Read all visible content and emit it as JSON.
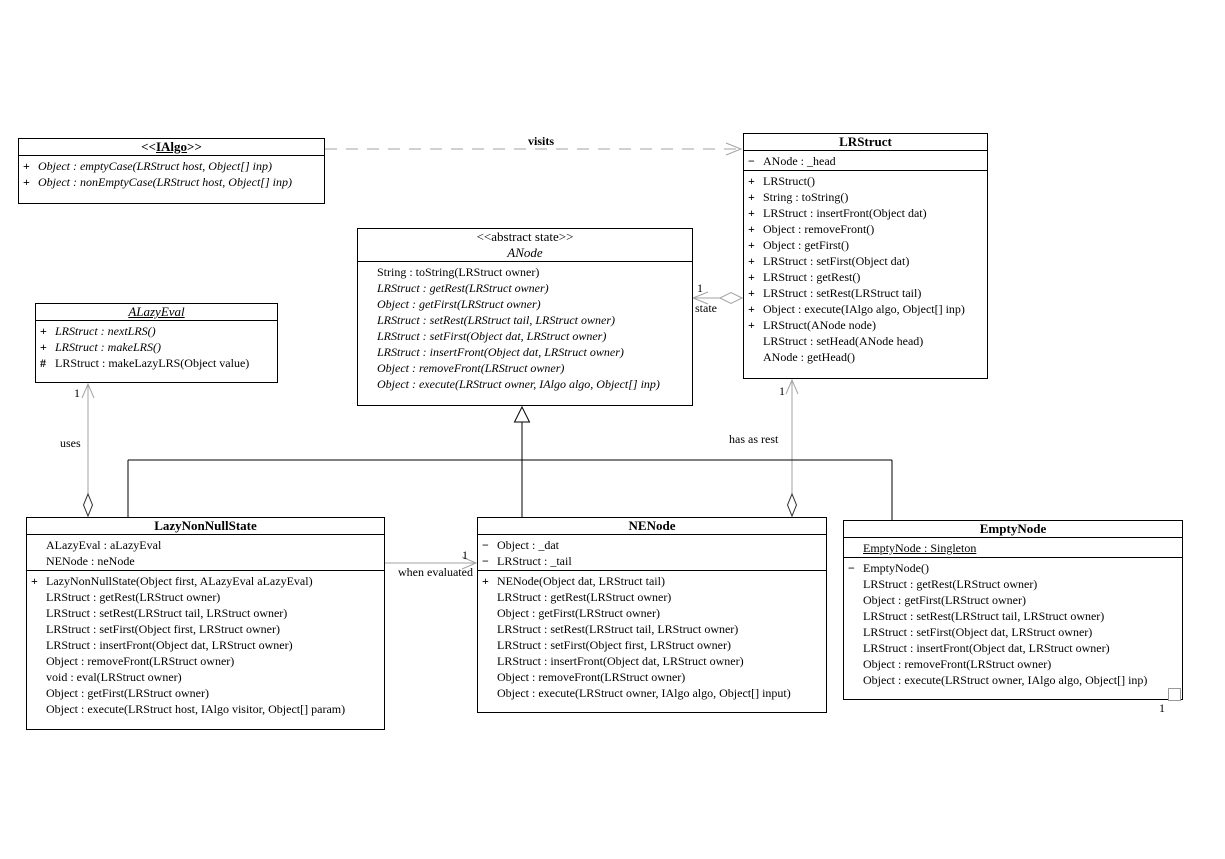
{
  "classes": {
    "ialgo": {
      "title": {
        "pre": "<<",
        "name": "IAlgo",
        "post": ">>"
      },
      "methods": [
        {
          "m": "+",
          "t": "Object : emptyCase(LRStruct host, Object[] inp)",
          "s": "i"
        },
        {
          "m": "+",
          "t": "Object : nonEmptyCase(LRStruct host, Object[] inp)",
          "s": "i"
        }
      ]
    },
    "lrstruct": {
      "title": {
        "pre": "",
        "name": "LRStruct",
        "post": ""
      },
      "attributes": [
        {
          "m": "−",
          "t": "ANode : _head",
          "s": ""
        }
      ],
      "methods": [
        {
          "m": "+",
          "t": "LRStruct()",
          "s": ""
        },
        {
          "m": "+",
          "t": "String : toString()",
          "s": ""
        },
        {
          "m": "+",
          "t": "LRStruct : insertFront(Object dat)",
          "s": ""
        },
        {
          "m": "+",
          "t": "Object : removeFront()",
          "s": ""
        },
        {
          "m": "+",
          "t": "Object : getFirst()",
          "s": ""
        },
        {
          "m": "+",
          "t": "LRStruct : setFirst(Object dat)",
          "s": ""
        },
        {
          "m": "+",
          "t": "LRStruct : getRest()",
          "s": ""
        },
        {
          "m": "+",
          "t": "LRStruct : setRest(LRStruct tail)",
          "s": ""
        },
        {
          "m": "+",
          "t": "Object : execute(IAlgo algo, Object[] inp)",
          "s": ""
        },
        {
          "m": "+",
          "t": "LRStruct(ANode node)",
          "s": ""
        },
        {
          "m": "",
          "t": "LRStruct : setHead(ANode head)",
          "s": ""
        },
        {
          "m": "",
          "t": "ANode : getHead()",
          "s": ""
        }
      ]
    },
    "anode": {
      "stereotype": "<<abstract state>>",
      "title": {
        "pre": "",
        "name": "ANode",
        "post": ""
      },
      "methods": [
        {
          "m": "",
          "t": "String : toString(LRStruct owner)",
          "s": ""
        },
        {
          "m": "",
          "t": "LRStruct : getRest(LRStruct owner)",
          "s": "i"
        },
        {
          "m": "",
          "t": "Object : getFirst(LRStruct owner)",
          "s": "i"
        },
        {
          "m": "",
          "t": "LRStruct : setRest(LRStruct tail, LRStruct owner)",
          "s": "i"
        },
        {
          "m": "",
          "t": "LRStruct : setFirst(Object dat, LRStruct owner)",
          "s": "i"
        },
        {
          "m": "",
          "t": "LRStruct : insertFront(Object dat, LRStruct owner)",
          "s": "i"
        },
        {
          "m": "",
          "t": "Object : removeFront(LRStruct owner)",
          "s": "i"
        },
        {
          "m": "",
          "t": "Object : execute(LRStruct owner, IAlgo algo, Object[] inp)",
          "s": "i"
        }
      ]
    },
    "alazyeval": {
      "title": {
        "pre": "",
        "name": "ALazyEval",
        "post": ""
      },
      "methods": [
        {
          "m": "+",
          "t": "LRStruct : nextLRS()",
          "s": "i"
        },
        {
          "m": "+",
          "t": "LRStruct : makeLRS()",
          "s": "i"
        },
        {
          "m": "#",
          "t": "LRStruct : makeLazyLRS(Object value)",
          "s": ""
        }
      ]
    },
    "lazynonnullstate": {
      "title": {
        "pre": "",
        "name": "LazyNonNullState",
        "post": ""
      },
      "attributes": [
        {
          "m": "",
          "t": "ALazyEval : aLazyEval",
          "s": ""
        },
        {
          "m": "",
          "t": "NENode : neNode",
          "s": ""
        }
      ],
      "methods": [
        {
          "m": "+",
          "t": "LazyNonNullState(Object first, ALazyEval aLazyEval)",
          "s": ""
        },
        {
          "m": "",
          "t": "LRStruct : getRest(LRStruct owner)",
          "s": ""
        },
        {
          "m": "",
          "t": "LRStruct : setRest(LRStruct tail, LRStruct owner)",
          "s": ""
        },
        {
          "m": "",
          "t": "LRStruct : setFirst(Object first, LRStruct owner)",
          "s": ""
        },
        {
          "m": "",
          "t": "LRStruct : insertFront(Object dat, LRStruct owner)",
          "s": ""
        },
        {
          "m": "",
          "t": "Object : removeFront(LRStruct owner)",
          "s": ""
        },
        {
          "m": "",
          "t": "void : eval(LRStruct owner)",
          "s": ""
        },
        {
          "m": "",
          "t": "Object : getFirst(LRStruct owner)",
          "s": ""
        },
        {
          "m": "",
          "t": "Object : execute(LRStruct host, IAlgo visitor, Object[] param)",
          "s": ""
        }
      ]
    },
    "nenode": {
      "title": {
        "pre": "",
        "name": "NENode",
        "post": ""
      },
      "attributes": [
        {
          "m": "−",
          "t": "Object : _dat",
          "s": ""
        },
        {
          "m": "−",
          "t": "LRStruct : _tail",
          "s": ""
        }
      ],
      "methods": [
        {
          "m": "+",
          "t": "NENode(Object dat, LRStruct tail)",
          "s": ""
        },
        {
          "m": "",
          "t": "LRStruct : getRest(LRStruct owner)",
          "s": ""
        },
        {
          "m": "",
          "t": "Object : getFirst(LRStruct owner)",
          "s": ""
        },
        {
          "m": "",
          "t": "LRStruct : setRest(LRStruct tail, LRStruct owner)",
          "s": ""
        },
        {
          "m": "",
          "t": "LRStruct : setFirst(Object first, LRStruct owner)",
          "s": ""
        },
        {
          "m": "",
          "t": "LRStruct : insertFront(Object dat, LRStruct owner)",
          "s": ""
        },
        {
          "m": "",
          "t": "Object : removeFront(LRStruct owner)",
          "s": ""
        },
        {
          "m": "",
          "t": "Object : execute(LRStruct owner, IAlgo algo, Object[] input)",
          "s": ""
        }
      ]
    },
    "emptynode": {
      "title": {
        "pre": "",
        "name": "EmptyNode",
        "post": ""
      },
      "attributes": [
        {
          "m": "",
          "t": "EmptyNode : Singleton",
          "s": "u"
        }
      ],
      "methods": [
        {
          "m": "−",
          "t": "EmptyNode()",
          "s": ""
        },
        {
          "m": "",
          "t": "LRStruct : getRest(LRStruct owner)",
          "s": ""
        },
        {
          "m": "",
          "t": "Object : getFirst(LRStruct owner)",
          "s": ""
        },
        {
          "m": "",
          "t": "LRStruct : setRest(LRStruct tail, LRStruct owner)",
          "s": ""
        },
        {
          "m": "",
          "t": "LRStruct : setFirst(Object dat, LRStruct owner)",
          "s": ""
        },
        {
          "m": "",
          "t": "LRStruct : insertFront(Object dat, LRStruct owner)",
          "s": ""
        },
        {
          "m": "",
          "t": "Object : removeFront(LRStruct owner)",
          "s": ""
        },
        {
          "m": "",
          "t": "Object : execute(LRStruct owner, IAlgo algo, Object[] inp)",
          "s": ""
        }
      ]
    }
  },
  "connectors": {
    "visits": {
      "label": "visits"
    },
    "state": {
      "multiplicity": "1",
      "role": "state"
    },
    "uses": {
      "multiplicity": "1",
      "role": "uses"
    },
    "has_as_rest": {
      "multiplicity": "1",
      "role": "has as rest"
    },
    "when_evaluated": {
      "multiplicity": "1",
      "role": "when evaluated"
    },
    "singleton_self": {
      "multiplicity": "1"
    }
  },
  "colors": {
    "line_gray": "#a3a3a3",
    "line_black": "#000000"
  }
}
